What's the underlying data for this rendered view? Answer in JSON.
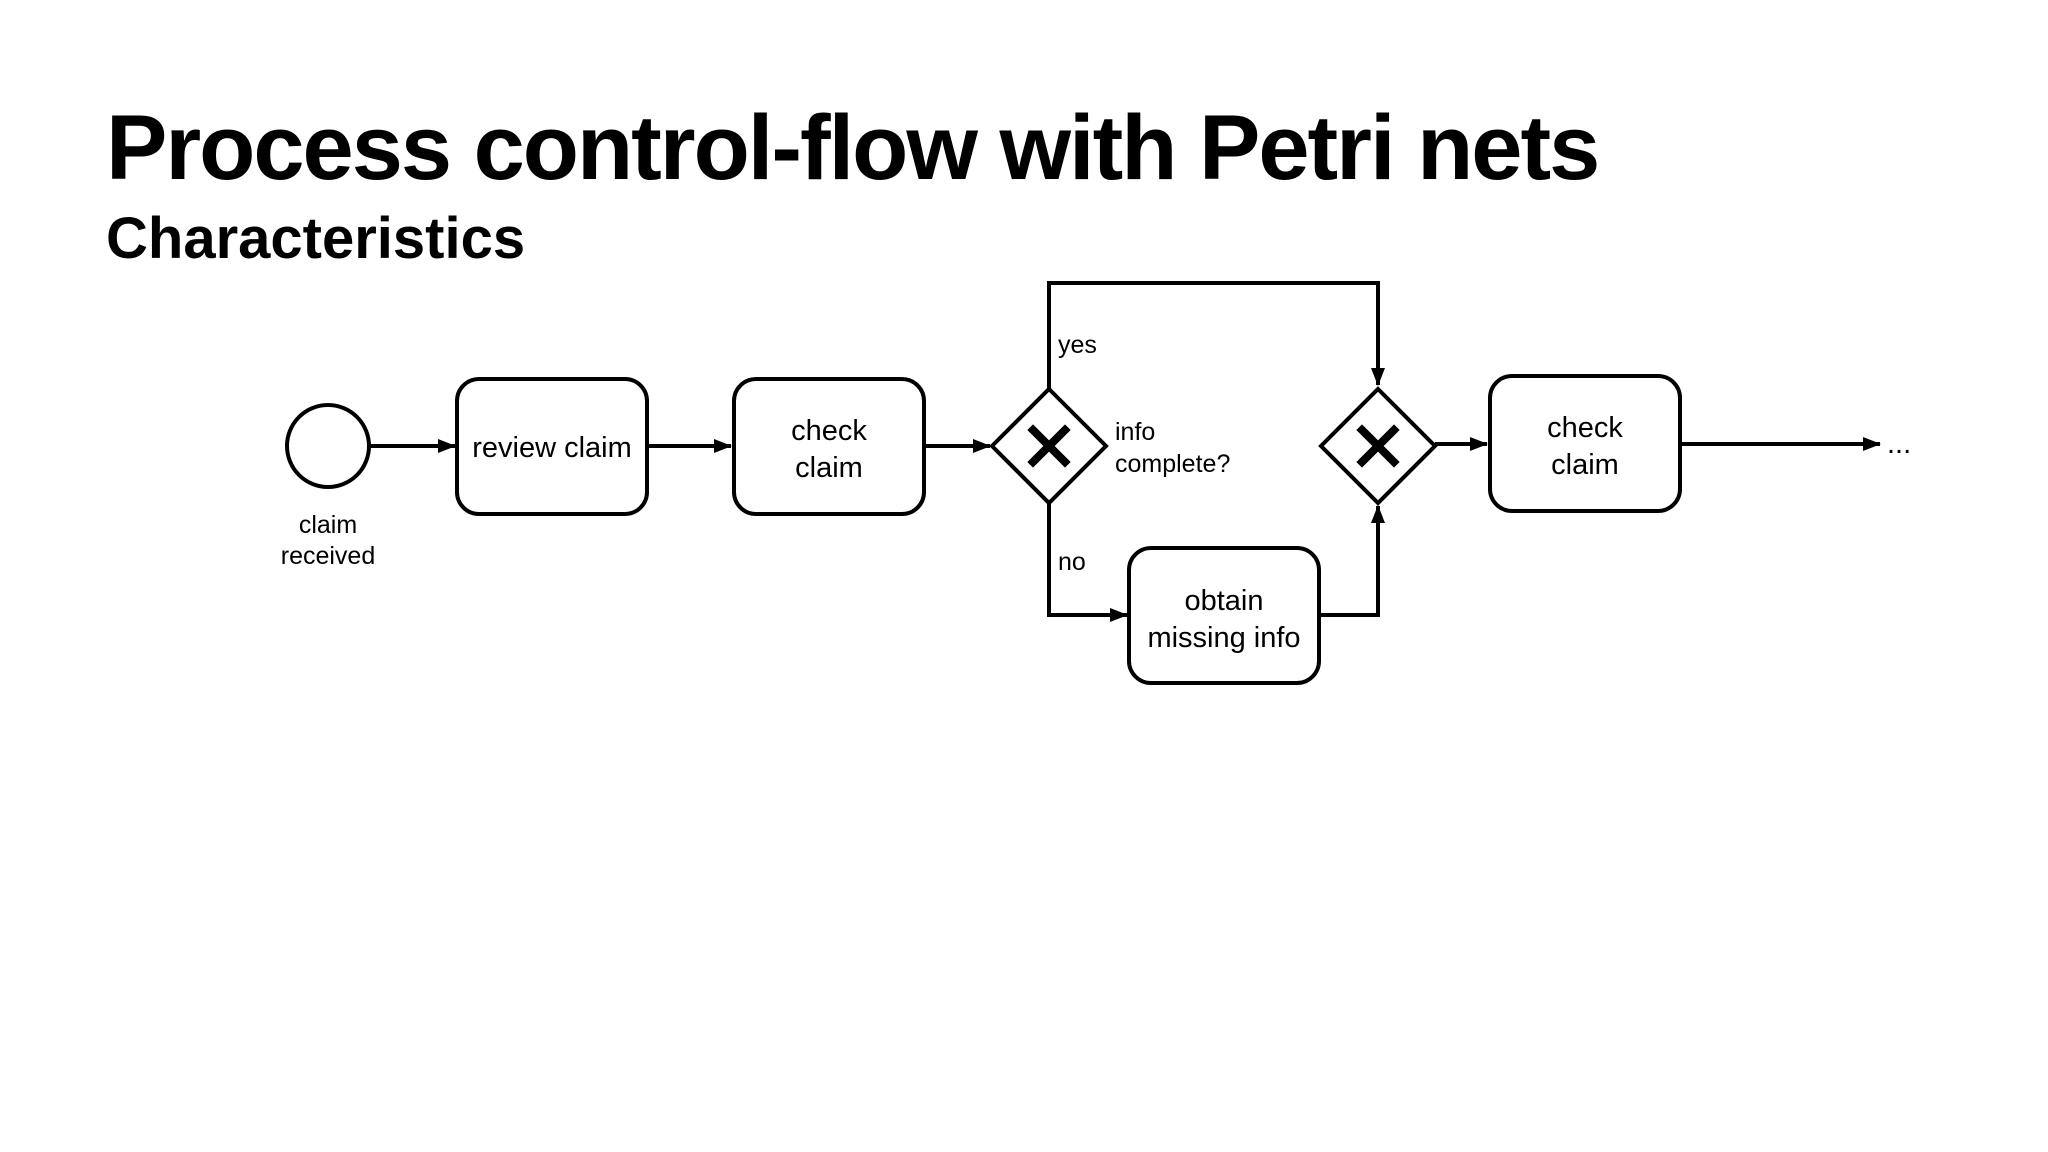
{
  "slide": {
    "title": "Process control-flow with Petri nets",
    "subtitle": "Characteristics"
  },
  "diagram": {
    "start_event": {
      "label_line1": "claim",
      "label_line2": "received"
    },
    "tasks": {
      "review_claim": "review claim",
      "check_claim_1_line1": "check",
      "check_claim_1_line2": "claim",
      "obtain_info_line1": "obtain",
      "obtain_info_line2": "missing info",
      "check_claim_2_line1": "check",
      "check_claim_2_line2": "claim"
    },
    "gateways": {
      "split_symbol": "×",
      "split_label_line1": "info",
      "split_label_line2": "complete?",
      "join_symbol": "×"
    },
    "flow_labels": {
      "yes": "yes",
      "no": "no"
    },
    "continuation": "..."
  },
  "colors": {
    "stroke": "#000000",
    "background": "#ffffff"
  }
}
